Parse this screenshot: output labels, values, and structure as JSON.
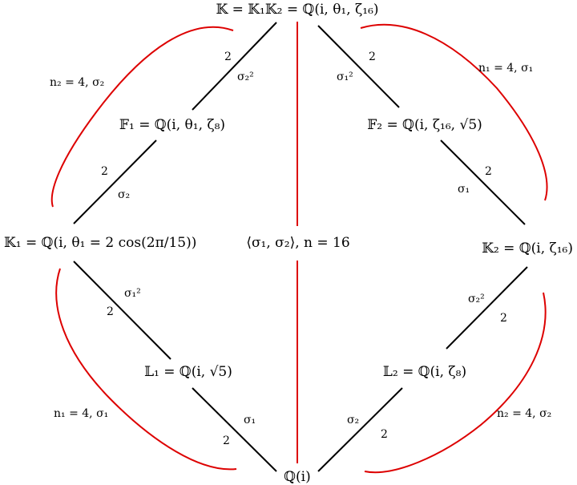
{
  "diagram": {
    "nodes": {
      "K": "𝕂 = 𝕂₁𝕂₂ = ℚ(i, θ₁, ζ₁₆)",
      "F1": "𝔽₁ = ℚ(i, θ₁, ζ₈)",
      "F2": "𝔽₂ = ℚ(i, ζ₁₆, √5)",
      "K1": "𝕂₁ = ℚ(i, θ₁ = 2 cos(2π/15))",
      "K2": "𝕂₂ = ℚ(i, ζ₁₆)",
      "L1": "𝕃₁ = ℚ(i, √5)",
      "L2": "𝕃₂ = ℚ(i, ζ₈)",
      "Q": "ℚ(i)"
    },
    "center_label": "⟨σ₁, σ₂⟩, n = 16",
    "edges": {
      "K_F1": {
        "degree": "2",
        "auto": "σ₂²"
      },
      "K_F2": {
        "degree": "2",
        "auto": "σ₁²"
      },
      "F1_K1": {
        "degree": "2",
        "auto": "σ₂"
      },
      "F2_K2": {
        "degree": "2",
        "auto": "σ₁"
      },
      "K1_L1": {
        "degree": "2",
        "auto": "σ₁²"
      },
      "K2_L2": {
        "degree": "2",
        "auto": "σ₂²"
      },
      "L1_Q": {
        "degree": "2",
        "auto": "σ₁"
      },
      "L2_Q": {
        "degree": "2",
        "auto": "σ₂"
      }
    },
    "arcs": {
      "top_left": "n₂ = 4, σ₂",
      "top_right": "n₁ = 4, σ₁",
      "bottom_left": "n₁ = 4, σ₁",
      "bottom_right": "n₂ = 4, σ₂"
    }
  }
}
